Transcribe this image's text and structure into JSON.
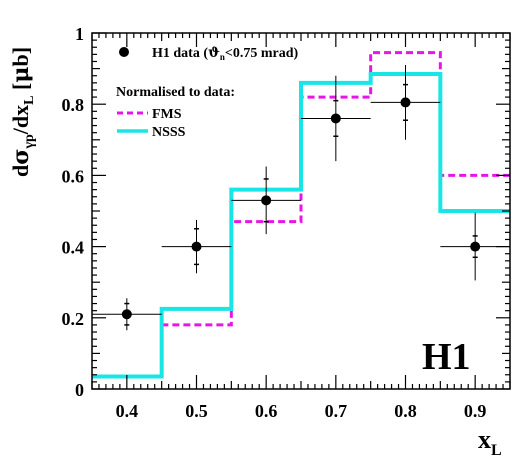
{
  "chart_data": {
    "type": "line",
    "ylabel": "dσ_γp/dx_L [μb]",
    "xlabel": "x_L",
    "xlim": [
      0.35,
      0.95
    ],
    "ylim": [
      0,
      1
    ],
    "xticks": [
      "0.4",
      "0.5",
      "0.6",
      "0.7",
      "0.8",
      "0.9"
    ],
    "yticks": [
      "0",
      "0.2",
      "0.4",
      "0.6",
      "0.8",
      "1"
    ],
    "watermark": "H1",
    "legend_heading": "Normalised to data:",
    "legend_placement": "top-left",
    "data_series": {
      "name": "H1 data (ϑ_n<0.75 mrad)",
      "x": [
        0.4,
        0.5,
        0.6,
        0.7,
        0.8,
        0.9
      ],
      "y": [
        0.21,
        0.4,
        0.53,
        0.76,
        0.805,
        0.4
      ],
      "stat_err": [
        0.03,
        0.05,
        0.06,
        0.05,
        0.05,
        0.03
      ],
      "tot_err": [
        0.045,
        0.075,
        0.095,
        0.12,
        0.105,
        0.095
      ],
      "xbin_half": 0.05
    },
    "series": [
      {
        "name": "FMS",
        "style": "dashed",
        "color": "#e815e8",
        "edges": [
          0.35,
          0.45,
          0.55,
          0.65,
          0.75,
          0.85,
          0.95
        ],
        "values": [
          0.035,
          0.18,
          0.47,
          0.82,
          0.945,
          0.6
        ]
      },
      {
        "name": "NSSS",
        "style": "solid",
        "color": "#18e6e6",
        "edges": [
          0.35,
          0.45,
          0.55,
          0.65,
          0.75,
          0.85,
          0.95
        ],
        "values": [
          0.035,
          0.225,
          0.56,
          0.86,
          0.885,
          0.5
        ]
      }
    ]
  }
}
